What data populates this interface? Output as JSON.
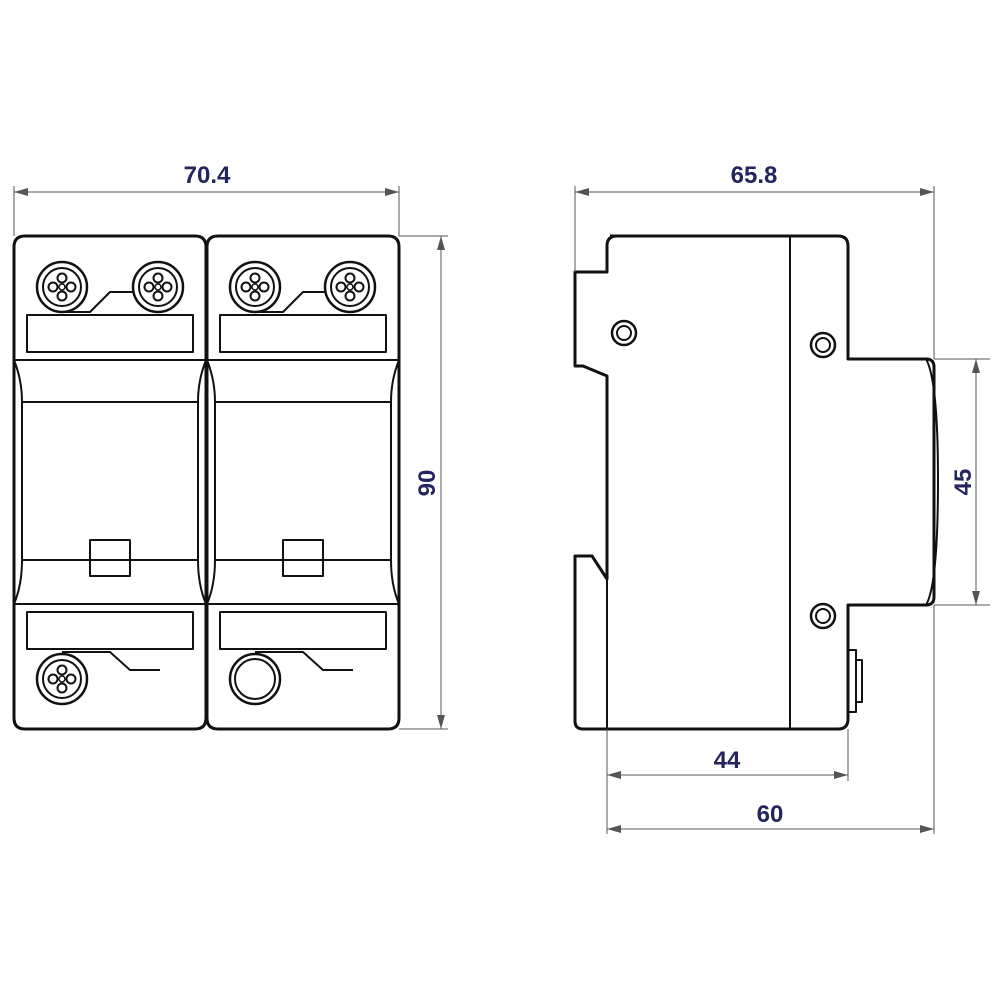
{
  "dimensions": {
    "front_width": "70.4",
    "front_height": "90",
    "side_depth_total": "65.8",
    "rail_slot_height": "45",
    "front_to_step": "44",
    "front_to_back": "60"
  },
  "colors": {
    "line": "#111111",
    "dimension_text": "#24245e",
    "dimension_line": "#555555",
    "background": "#ffffff"
  },
  "components": {
    "front_view_poles": 2,
    "top_terminals": 4,
    "bottom_terminals": [
      "screw-terminal",
      "open-terminal"
    ]
  }
}
